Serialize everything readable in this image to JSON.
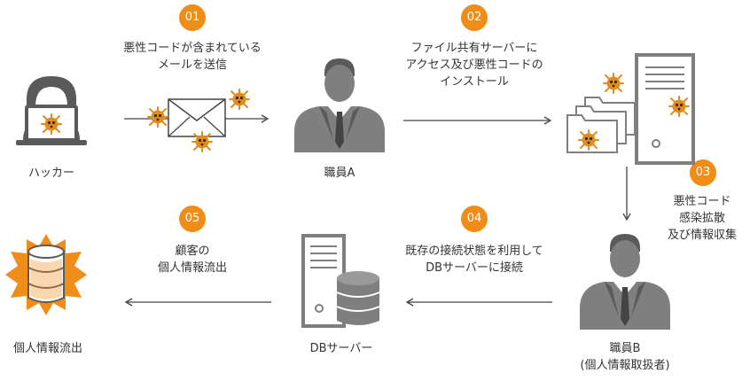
{
  "colors": {
    "accent": "#f08c18",
    "icon_gray": "#7f7f7f",
    "icon_dark": "#5a5a5a",
    "line": "#444444",
    "bug": "#e08c1e"
  },
  "icons": {
    "hacker": "hooded-hacker-laptop-icon",
    "email": "envelope-icon",
    "virus": "bug-virus-icon",
    "employee": "businessman-icon",
    "folders": "folder-stack-icon",
    "server": "server-tower-icon",
    "database": "database-icon",
    "burst": "leak-burst-icon"
  },
  "steps": [
    {
      "number": "01",
      "lines": [
        "悪性コードが含まれている",
        "メールを送信"
      ]
    },
    {
      "number": "02",
      "lines": [
        "ファイル共有サーバーに",
        "アクセス及び悪性コードの",
        "インストール"
      ]
    },
    {
      "number": "03",
      "lines": [
        "悪性コード",
        "感染拡散",
        "及び情報収集"
      ]
    },
    {
      "number": "04",
      "lines": [
        "既存の接続状態を利用して",
        "DBサーバーに接続"
      ]
    },
    {
      "number": "05",
      "lines": [
        "顧客の",
        "個人情報流出"
      ]
    }
  ],
  "nodes": {
    "hacker": {
      "label": "ハッカー"
    },
    "employee_a": {
      "label": "職員A"
    },
    "employee_b": {
      "lines": [
        "職員B",
        "(個人情報取扱者)"
      ]
    },
    "db_server": {
      "label": "DBサーバー"
    },
    "leak": {
      "label": "個人情報流出"
    }
  }
}
